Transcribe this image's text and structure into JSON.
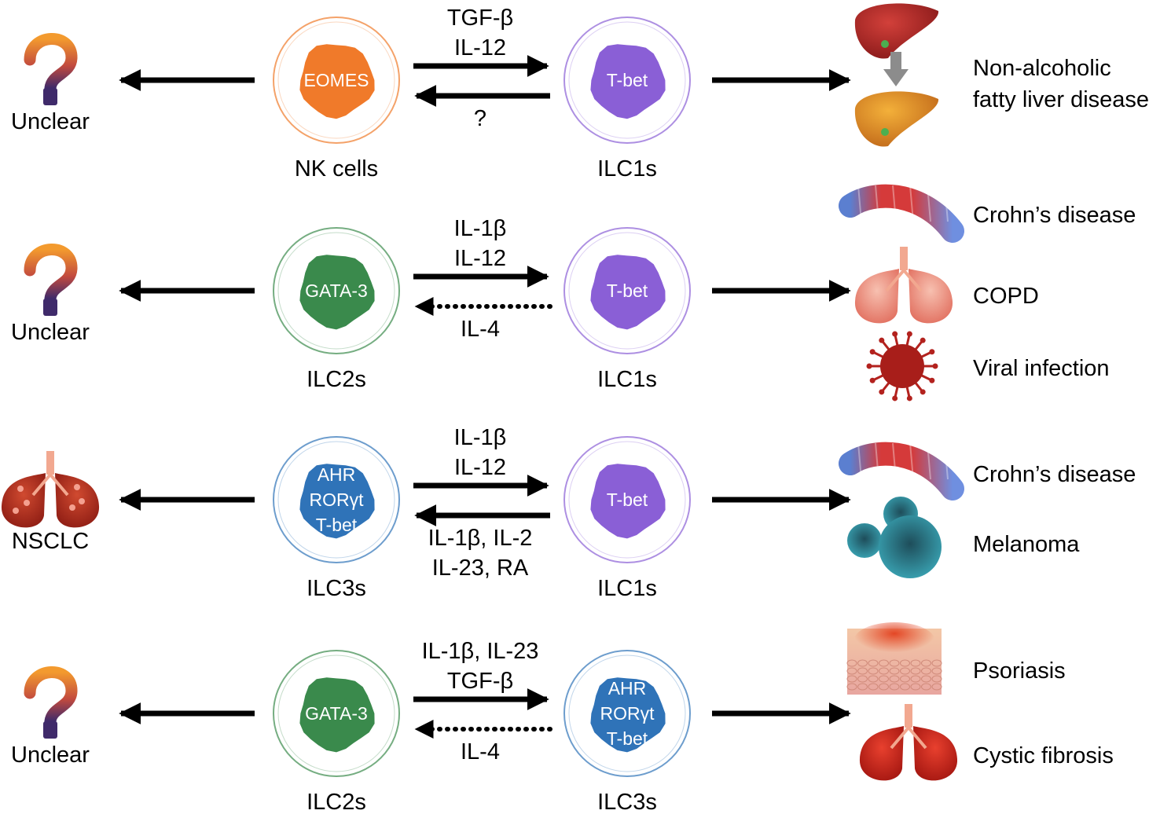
{
  "colors": {
    "eomes": "#f07a2a",
    "tbet": "#8a5fd6",
    "gata3": "#3a8a4c",
    "ilc3": "#2f73b8",
    "arrow": "#000000",
    "question_top": "#f08c2a",
    "question_bottom": "#4a2a6a"
  },
  "rows": [
    {
      "left_outcome": {
        "kind": "unclear",
        "label": "Unclear",
        "icon": "question-mark-icon"
      },
      "cell_a": {
        "name": "NK cells",
        "tf": [
          "EOMES"
        ],
        "color_key": "eomes"
      },
      "cell_b": {
        "name": "ILC1s",
        "tf": [
          "T-bet"
        ],
        "color_key": "tbet"
      },
      "forward": [
        "TGF-β",
        "IL-12"
      ],
      "reverse": [
        "?"
      ],
      "reverse_style": "solid",
      "diseases": [
        "Non-alcoholic",
        "fatty liver disease"
      ],
      "disease_icons": [
        "liver-icon",
        "arrow-down-icon",
        "fatty-liver-icon"
      ]
    },
    {
      "left_outcome": {
        "kind": "unclear",
        "label": "Unclear",
        "icon": "question-mark-icon"
      },
      "cell_a": {
        "name": "ILC2s",
        "tf": [
          "GATA-3"
        ],
        "color_key": "gata3"
      },
      "cell_b": {
        "name": "ILC1s",
        "tf": [
          "T-bet"
        ],
        "color_key": "tbet"
      },
      "forward": [
        "IL-1β",
        "IL-12"
      ],
      "reverse": [
        "IL-4"
      ],
      "reverse_style": "dotted",
      "diseases": [
        "Crohn’s disease",
        "COPD",
        "Viral infection"
      ],
      "disease_icons": [
        "intestine-icon",
        "lungs-icon",
        "virus-icon"
      ]
    },
    {
      "left_outcome": {
        "kind": "disease",
        "label": "NSCLC",
        "icon": "lung-cancer-icon"
      },
      "cell_a": {
        "name": "ILC3s",
        "tf": [
          "AHR",
          "RORγt",
          "T-bet"
        ],
        "color_key": "ilc3"
      },
      "cell_b": {
        "name": "ILC1s",
        "tf": [
          "T-bet"
        ],
        "color_key": "tbet"
      },
      "forward": [
        "IL-1β",
        "IL-12"
      ],
      "reverse": [
        "IL-1β, IL-2",
        "IL-23, RA"
      ],
      "reverse_style": "solid",
      "diseases": [
        "Crohn’s disease",
        "Melanoma"
      ],
      "disease_icons": [
        "intestine-icon",
        "tumor-icon"
      ]
    },
    {
      "left_outcome": {
        "kind": "unclear",
        "label": "Unclear",
        "icon": "question-mark-icon"
      },
      "cell_a": {
        "name": "ILC2s",
        "tf": [
          "GATA-3"
        ],
        "color_key": "gata3"
      },
      "cell_b": {
        "name": "ILC3s",
        "tf": [
          "AHR",
          "RORγt",
          "T-bet"
        ],
        "color_key": "ilc3"
      },
      "forward": [
        "IL-1β, IL-23",
        "TGF-β"
      ],
      "reverse": [
        "IL-4"
      ],
      "reverse_style": "dotted",
      "diseases": [
        "Psoriasis",
        "Cystic fibrosis"
      ],
      "disease_icons": [
        "skin-icon",
        "lungs-icon"
      ]
    }
  ]
}
